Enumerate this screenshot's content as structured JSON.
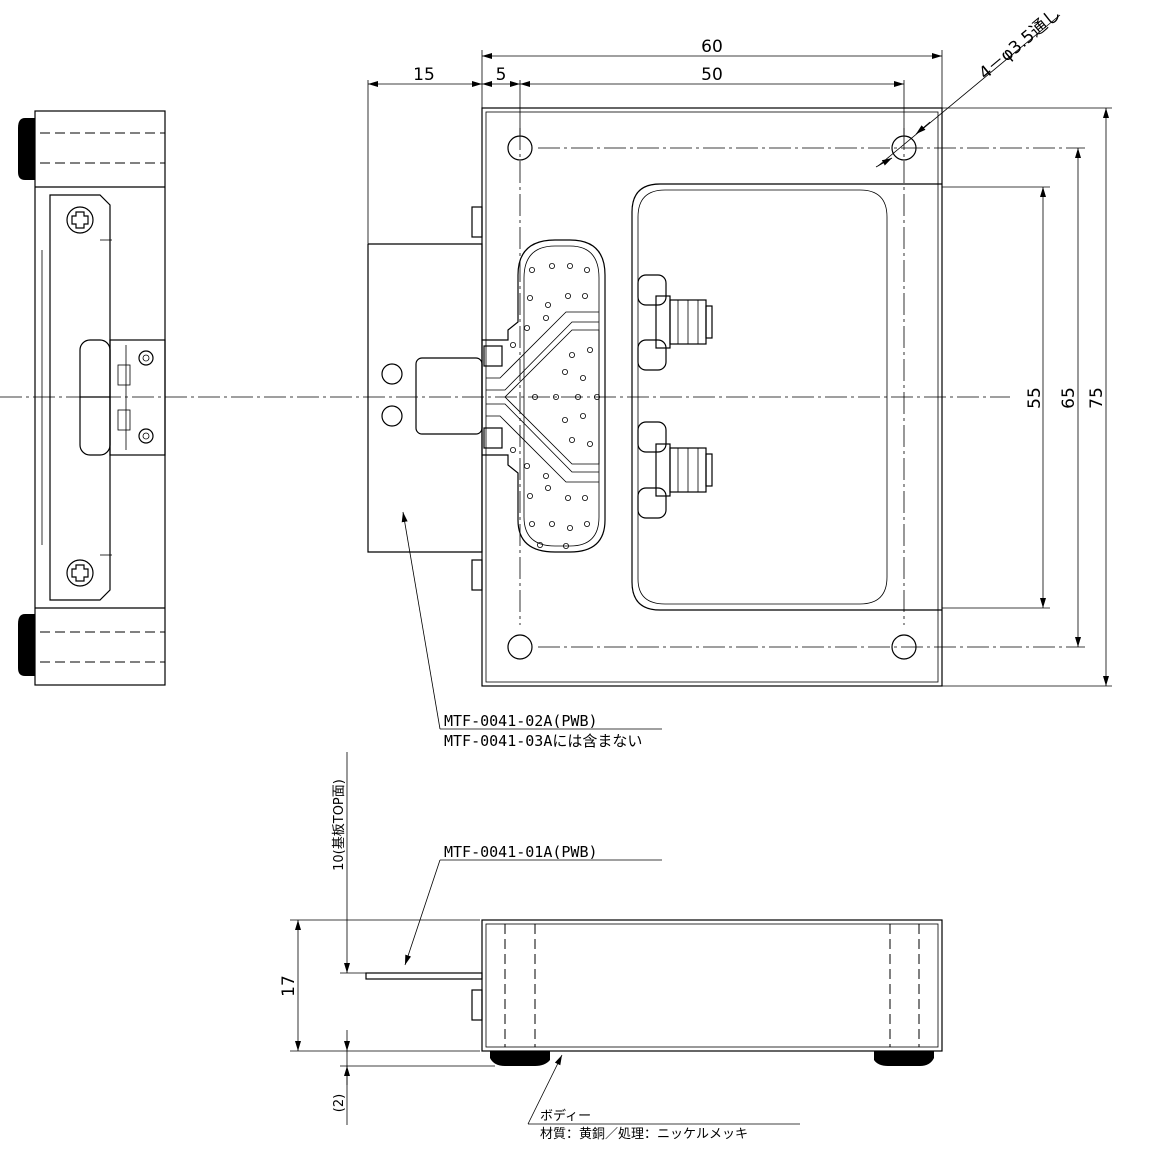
{
  "dimensions": {
    "overall_width": "60",
    "pcb_overhang": "15",
    "edge_to_hole": "5",
    "hole_pitch_x": "50",
    "hole_note": "4－φ3.5通し",
    "pocket_height": "55",
    "hole_pitch_y": "65",
    "overall_height": "75",
    "height_total": "17",
    "pcb_top_height": "10(基板TOP面)",
    "foot_height": "(2)"
  },
  "labels": {
    "pwb_02a": "MTF-0041-02A(PWB)",
    "pwb_03a": "MTF-0041-03Aには含まない",
    "pwb_01a": "MTF-0041-01A(PWB)",
    "body": "ボディー",
    "material": "材質：黄銅／処理：ニッケルメッキ"
  }
}
